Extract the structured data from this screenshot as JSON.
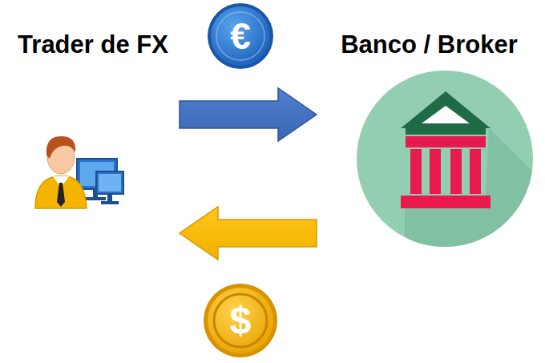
{
  "diagram": {
    "nodes": [
      {
        "text": [
          "Trader de FX"
        ]
      },
      {
        "text": [
          "Banco / Broker"
        ]
      }
    ],
    "edges": [
      {
        "from": 0,
        "to": 1,
        "arrow": "to",
        "label": "€"
      },
      {
        "from": 1,
        "to": 0,
        "arrow": "to",
        "label": "$"
      }
    ]
  }
}
